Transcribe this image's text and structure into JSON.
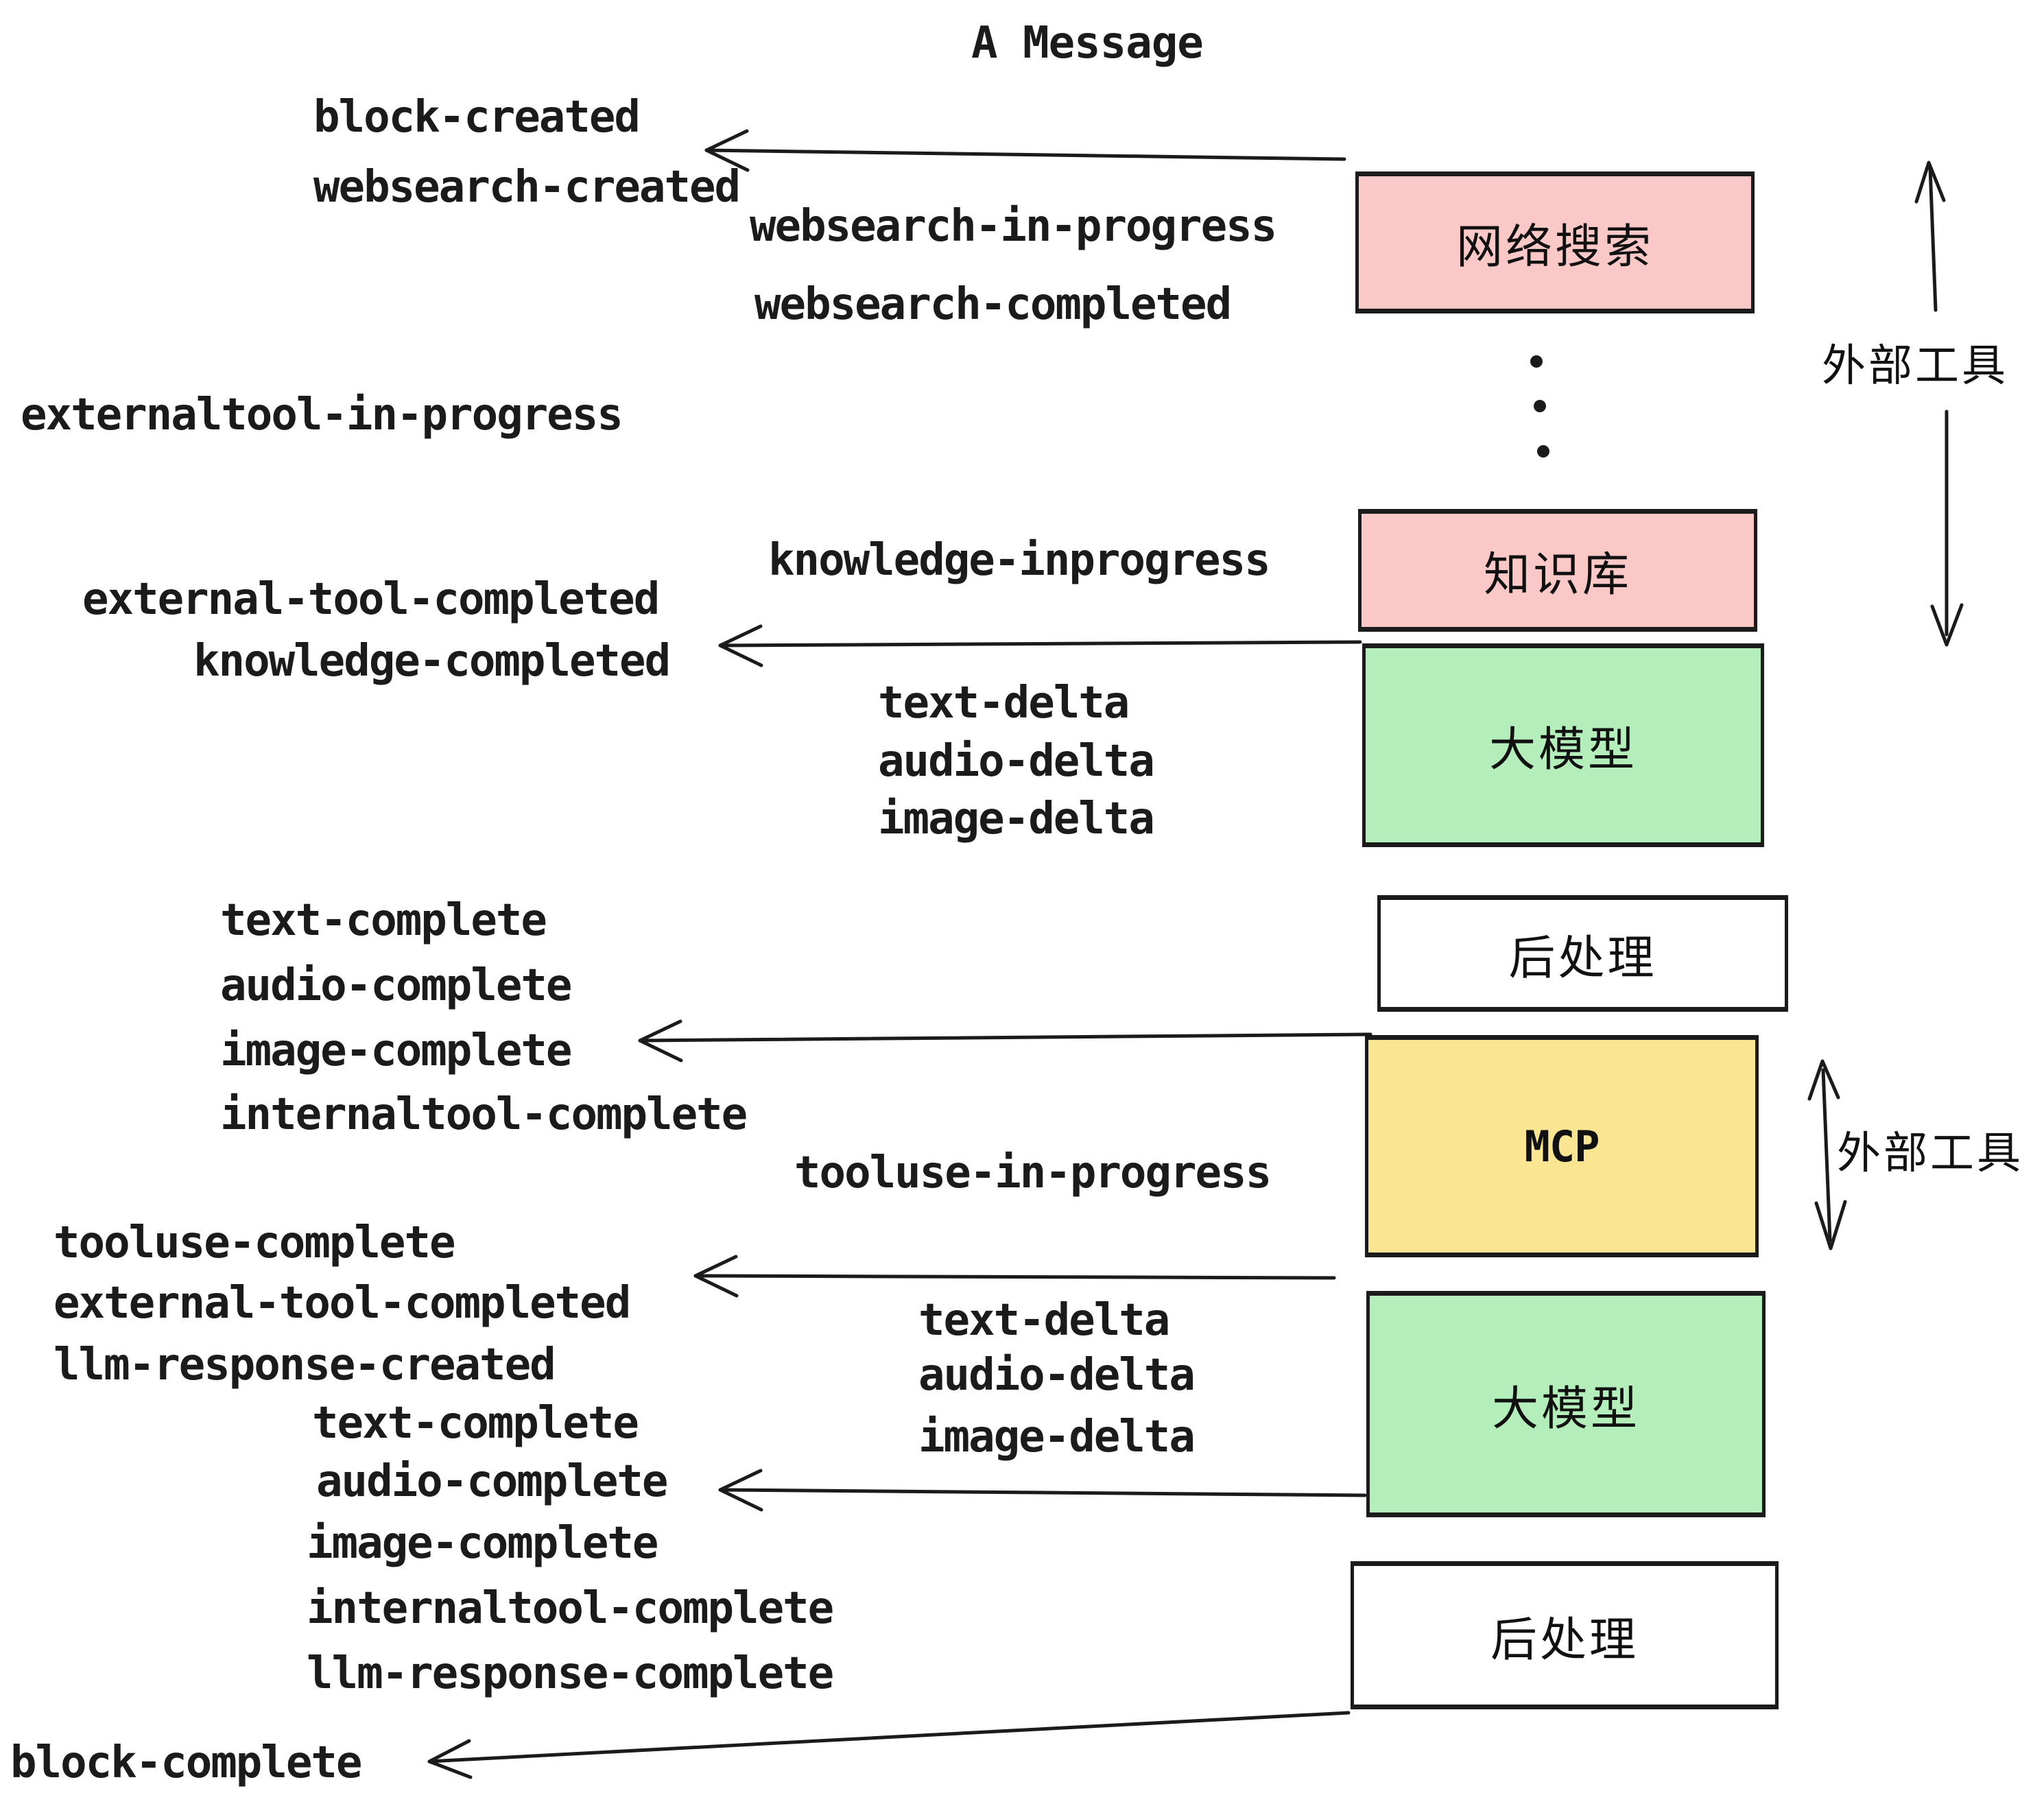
{
  "title": "A Message",
  "colors": {
    "pink": "#fac9c7",
    "green": "#b4eeba",
    "yellow": "#fae592",
    "white": "#ffffff",
    "ink": "#1b1b1b"
  },
  "events": {
    "block_created": "block-created",
    "websearch_created": "websearch-created",
    "websearch_in_progress": "websearch-in-progress",
    "websearch_completed": "websearch-completed",
    "externaltool_in_progress": "externaltool-in-progress",
    "knowledge_inprogress": "knowledge-inprogress",
    "external_tool_completed": "external-tool-completed",
    "knowledge_completed": "knowledge-completed",
    "text_delta": "text-delta",
    "audio_delta": "audio-delta",
    "image_delta": "image-delta",
    "text_complete": "text-complete",
    "audio_complete": "audio-complete",
    "image_complete": "image-complete",
    "internaltool_complete": "internaltool-complete",
    "tooluse_in_progress": "tooluse-in-progress",
    "tooluse_complete": "tooluse-complete",
    "llm_response_created": "llm-response-created",
    "llm_response_complete": "llm-response-complete",
    "block_complete": "block-complete"
  },
  "boxes": {
    "websearch": {
      "label": "网络搜索",
      "color": "#fac9c7"
    },
    "knowledge": {
      "label": "知识库",
      "color": "#fac9c7"
    },
    "llm": {
      "label": "大模型",
      "color": "#b4eeba"
    },
    "post": {
      "label": "后处理",
      "color": "#ffffff"
    },
    "mcp": {
      "label": "MCP",
      "color": "#fae592"
    }
  },
  "side_labels": {
    "external_tools": "外部工具"
  }
}
